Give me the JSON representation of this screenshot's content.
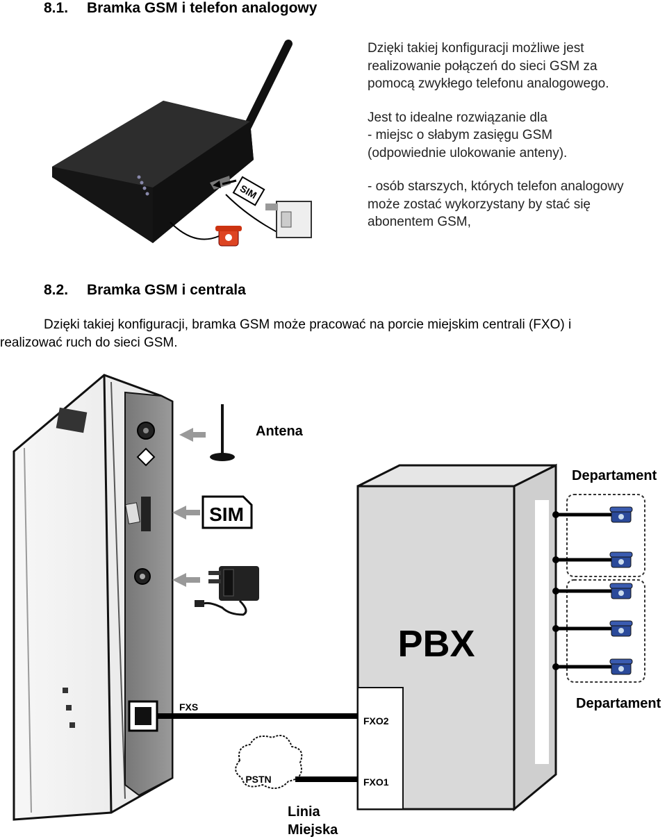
{
  "section1": {
    "number": "8.1.",
    "title": "Bramka GSM i telefon analogowy",
    "paragraphs": [
      [
        "Dzięki takiej konfiguracji możliwe jest",
        "realizowanie połączeń do sieci GSM za",
        "pomocą zwykłego telefonu analogowego."
      ],
      [
        "Jest to idealne rozwiązanie dla",
        "- miejsc o słabym zasięgu GSM",
        "(odpowiednie ulokowanie anteny)."
      ],
      [
        "- osób starszych, których telefon analogowy",
        "może zostać wykorzystany by stać się",
        "abonentem GSM,"
      ]
    ],
    "sim_tag": "SIM"
  },
  "section2": {
    "number": "8.2.",
    "title": "Bramka GSM i centrala",
    "text_line1": "Dzięki takiej konfiguracji, bramka GSM może pracować na porcie miejskim centrali (FXO) i",
    "text_line2": "realizować ruch do sieci GSM."
  },
  "diagram": {
    "antenna_label": "Antena",
    "sim_label": "SIM",
    "department_top": "Departament",
    "department_bottom": "Departament",
    "pbx_label": "PBX",
    "fxs_label": "FXS",
    "fxo2_label": "FXO2",
    "fxo1_label": "FXO1",
    "pstn_label": "PSTN",
    "city_line": [
      "Linia",
      "Miejska"
    ]
  }
}
